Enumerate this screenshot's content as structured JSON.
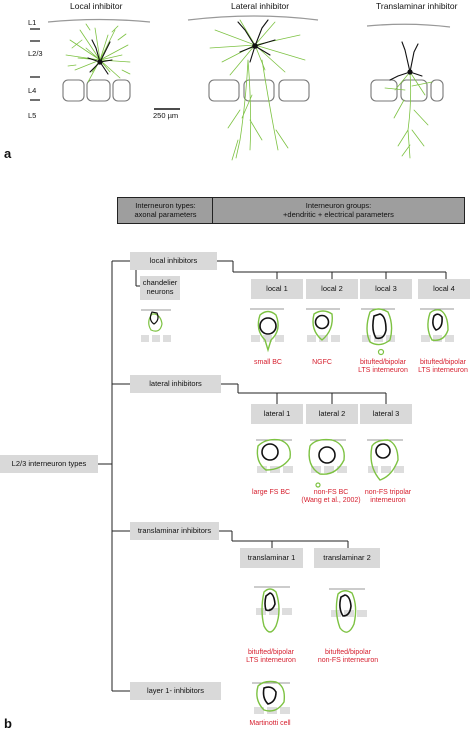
{
  "panel_a": {
    "label": "a",
    "titles": [
      "Local inhibitor",
      "Lateral inhibitor",
      "Translaminar inhibitor"
    ],
    "layers": [
      "L1",
      "L2/3",
      "L4",
      "L5"
    ],
    "scale_bar": "250 µm"
  },
  "panel_b": {
    "label": "b",
    "header_left": "Interneuron types:\naxonal parameters",
    "header_right": "Interneuron groups:\n+dendritic + electrical parameters",
    "root": "L2/3 interneuron types",
    "types": [
      "local inhibitors",
      "lateral inhibitors",
      "translaminar inhibitors",
      "layer 1- inhibitors"
    ],
    "chandelier": "chandelier\nneurons",
    "local_groups": [
      {
        "name": "local 1",
        "cell": "small BC"
      },
      {
        "name": "local 2",
        "cell": "NGFC"
      },
      {
        "name": "local 3",
        "cell": "bitufted/bipolar\nLTS interneuron"
      },
      {
        "name": "local 4",
        "cell": "bitufted/bipolar\nLTS interneuron"
      }
    ],
    "lateral_groups": [
      {
        "name": "lateral 1",
        "cell": "large FS BC"
      },
      {
        "name": "lateral 2",
        "cell": "non-FS BC\n(Wang et al., 2002)"
      },
      {
        "name": "lateral 3",
        "cell": "non-FS tripolar\ninterneuron"
      }
    ],
    "translaminar_groups": [
      {
        "name": "translaminar 1",
        "cell": "bitufted/bipolar\nLTS interneuron"
      },
      {
        "name": "translaminar 2",
        "cell": "bitufted/bipolar\nnon-FS interneuron"
      }
    ],
    "layer1_cell": "Martinotti cell"
  },
  "colors": {
    "axon": "#7dc242",
    "dendrite": "#111111",
    "box": "#d9d9d9",
    "header": "#9e9e9e",
    "label_red": "#d6202f"
  }
}
